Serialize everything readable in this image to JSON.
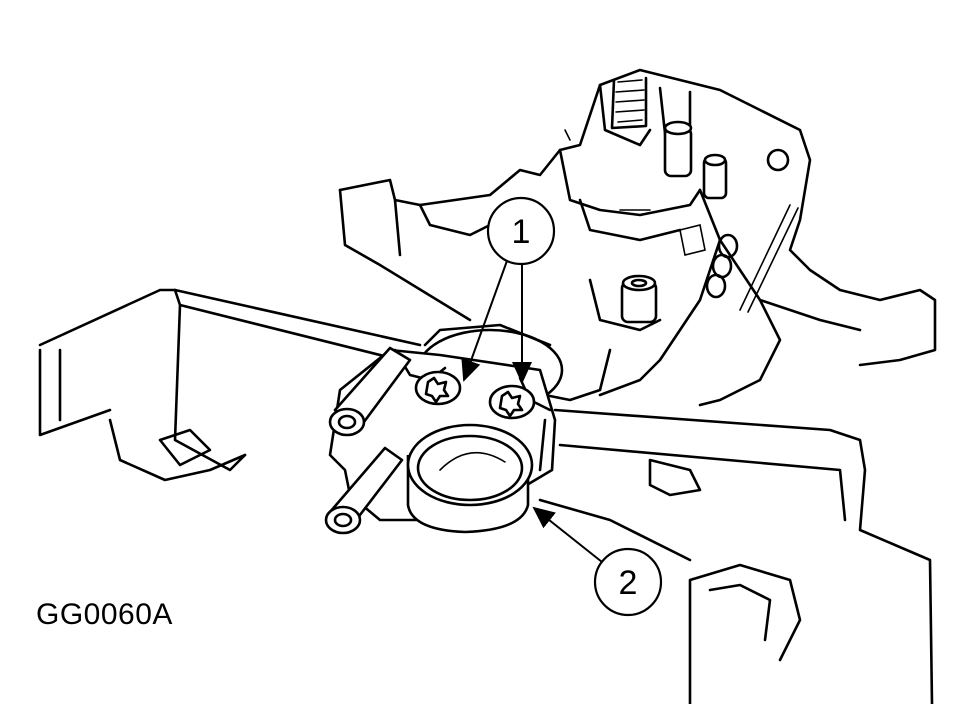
{
  "figure": {
    "id_label": "GG0060A"
  },
  "callouts": [
    {
      "number": "1"
    },
    {
      "number": "2"
    }
  ],
  "colors": {
    "ink": "#000000",
    "paper": "#ffffff"
  }
}
